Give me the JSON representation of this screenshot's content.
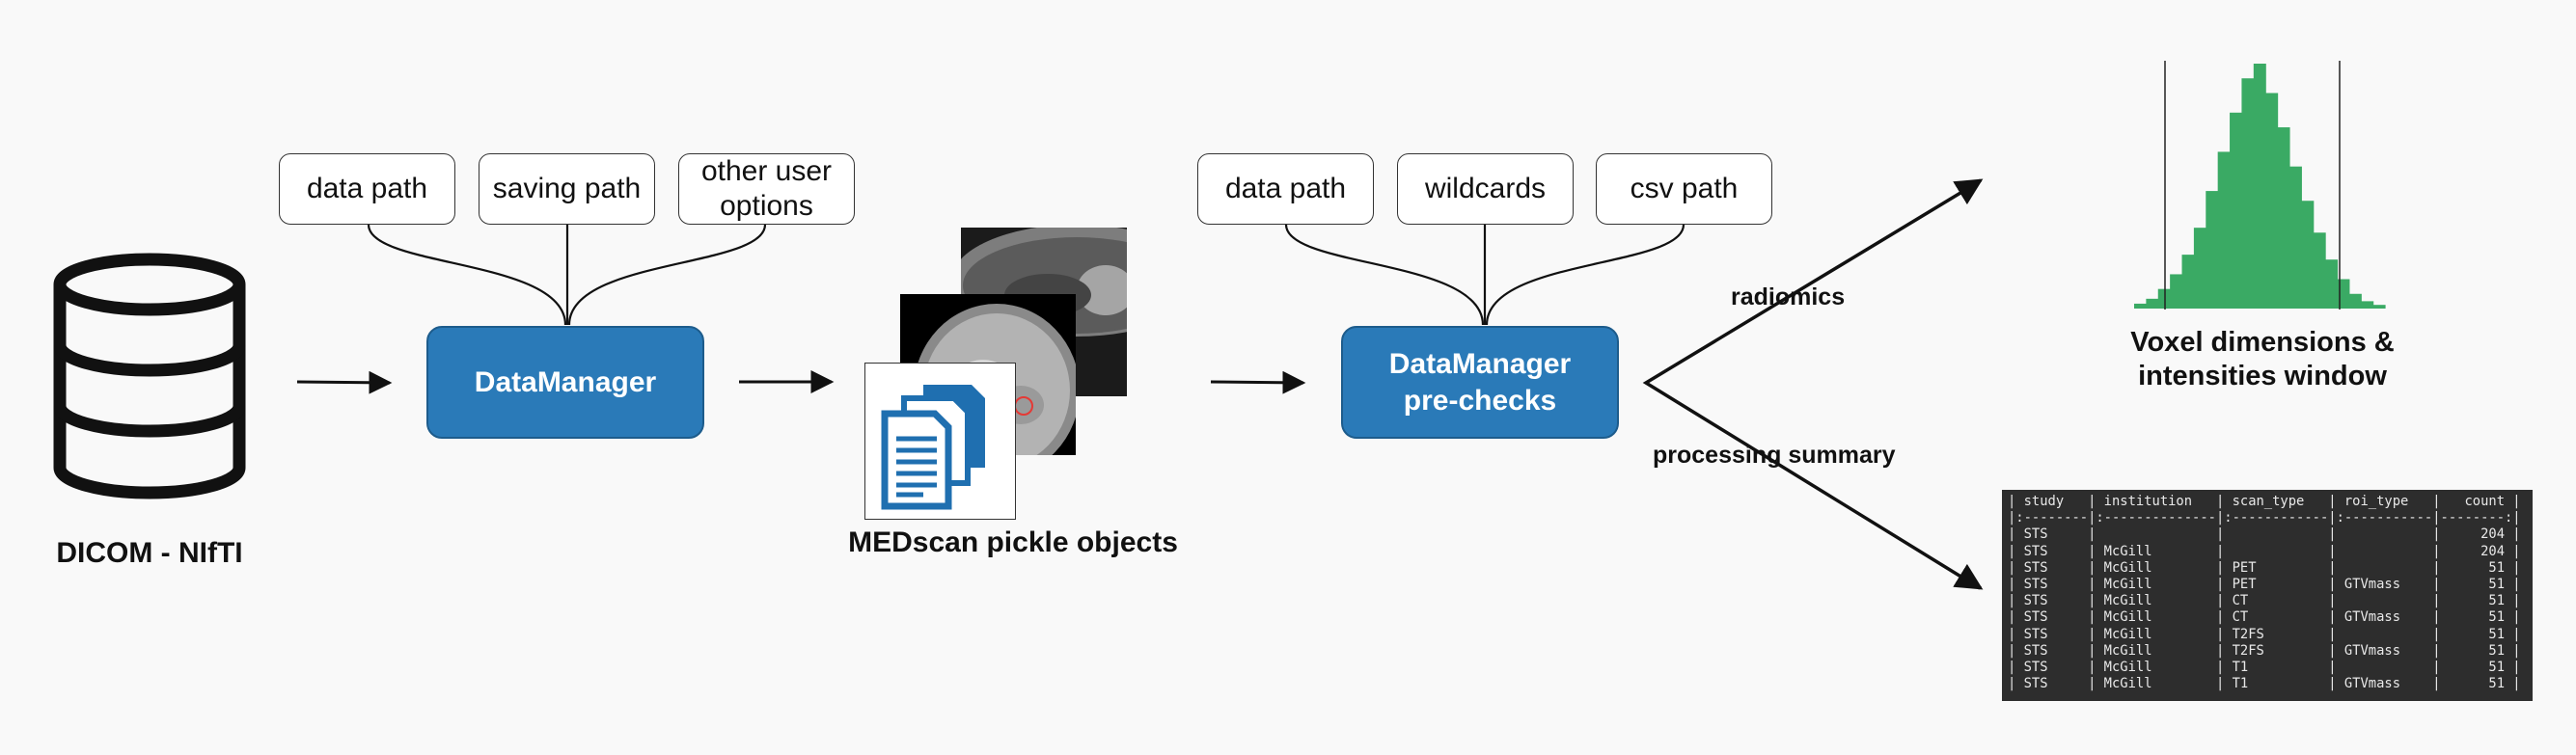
{
  "inputs": {
    "source_caption": "DICOM - NIfTI",
    "datamanager_options": [
      "data path",
      "saving path",
      "other user\noptions"
    ],
    "prechecks_options": [
      "data path",
      "wildcards",
      "csv path"
    ]
  },
  "nodes": {
    "datamanager": "DataManager",
    "prechecks": "DataManager\npre-checks",
    "pickle_caption": "MEDscan pickle objects"
  },
  "branches": {
    "radiomics_label": "radiomics",
    "summary_label": "processing summary"
  },
  "outputs": {
    "histogram_caption": "Voxel dimensions &\nintensities window",
    "summary_table": {
      "header_row": "| study   | institution   | scan_type   | roi_type   |   count |",
      "separator_row": "|:--------|:--------------|:------------|:-----------|--------:|",
      "rows": [
        "| STS     |               |             |            |     204 |",
        "| STS     | McGill        |             |            |     204 |",
        "| STS     | McGill        | PET         |            |      51 |",
        "| STS     | McGill        | PET         | GTVmass    |      51 |",
        "| STS     | McGill        | CT          |            |      51 |",
        "| STS     | McGill        | CT          | GTVmass    |      51 |",
        "| STS     | McGill        | T2FS        |            |      51 |",
        "| STS     | McGill        | T2FS        | GTVmass    |      51 |",
        "| STS     | McGill        | T1          |            |      51 |",
        "| STS     | McGill        | T1          | GTVmass    |      51 |"
      ]
    }
  },
  "histogram": {
    "bar_heights": [
      0.02,
      0.04,
      0.08,
      0.14,
      0.22,
      0.33,
      0.48,
      0.64,
      0.8,
      0.94,
      1.0,
      0.88,
      0.74,
      0.58,
      0.44,
      0.31,
      0.2,
      0.12,
      0.06,
      0.03,
      0.015
    ],
    "window_lines": 2
  },
  "colors": {
    "process_box": "#2a7ab8",
    "histogram_green": "#3aaa64",
    "table_background": "#2d2d2d",
    "line": "#111111"
  }
}
